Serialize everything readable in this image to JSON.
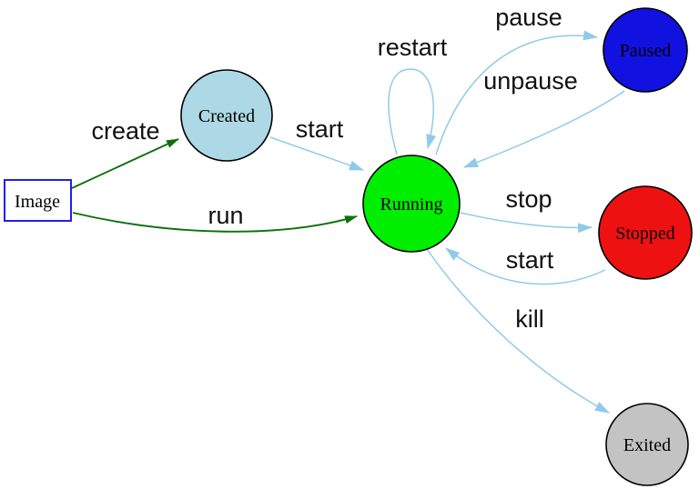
{
  "diagram": {
    "type": "state-diagram",
    "description_visible_only": "container lifecycle states",
    "colors": {
      "background": "#ffffff",
      "edge_light": "#8FCAEA",
      "edge_dark": "#0D700D",
      "node_border": "#000000",
      "image_border": "#2020EE",
      "label_text": "#000000"
    },
    "nodes": {
      "image": {
        "label": "Image",
        "shape": "rect",
        "color": "#FFFFFF"
      },
      "created": {
        "label": "Created",
        "shape": "circle",
        "color": "#ADD8E6"
      },
      "running": {
        "label": "Running",
        "shape": "circle",
        "color": "#00EE00"
      },
      "paused": {
        "label": "Paused",
        "shape": "circle",
        "color": "#1212E0"
      },
      "stopped": {
        "label": "Stopped",
        "shape": "circle",
        "color": "#EE1111"
      },
      "exited": {
        "label": "Exited",
        "shape": "circle",
        "color": "#C3C3C3"
      }
    },
    "edges": {
      "create": {
        "label": "create",
        "from": "Image",
        "to": "Created",
        "color_key": "edge_dark"
      },
      "run": {
        "label": "run",
        "from": "Image",
        "to": "Running",
        "color_key": "edge_dark"
      },
      "start_created": {
        "label": "start",
        "from": "Created",
        "to": "Running",
        "color_key": "edge_light"
      },
      "restart": {
        "label": "restart",
        "from": "Running",
        "to": "Running",
        "color_key": "edge_light"
      },
      "pause": {
        "label": "pause",
        "from": "Running",
        "to": "Paused",
        "color_key": "edge_light"
      },
      "unpause": {
        "label": "unpause",
        "from": "Paused",
        "to": "Running",
        "color_key": "edge_light"
      },
      "stop": {
        "label": "stop",
        "from": "Running",
        "to": "Stopped",
        "color_key": "edge_light"
      },
      "start_stopped": {
        "label": "start",
        "from": "Stopped",
        "to": "Running",
        "color_key": "edge_light"
      },
      "kill": {
        "label": "kill",
        "from": "Running",
        "to": "Exited",
        "color_key": "edge_light"
      }
    }
  }
}
